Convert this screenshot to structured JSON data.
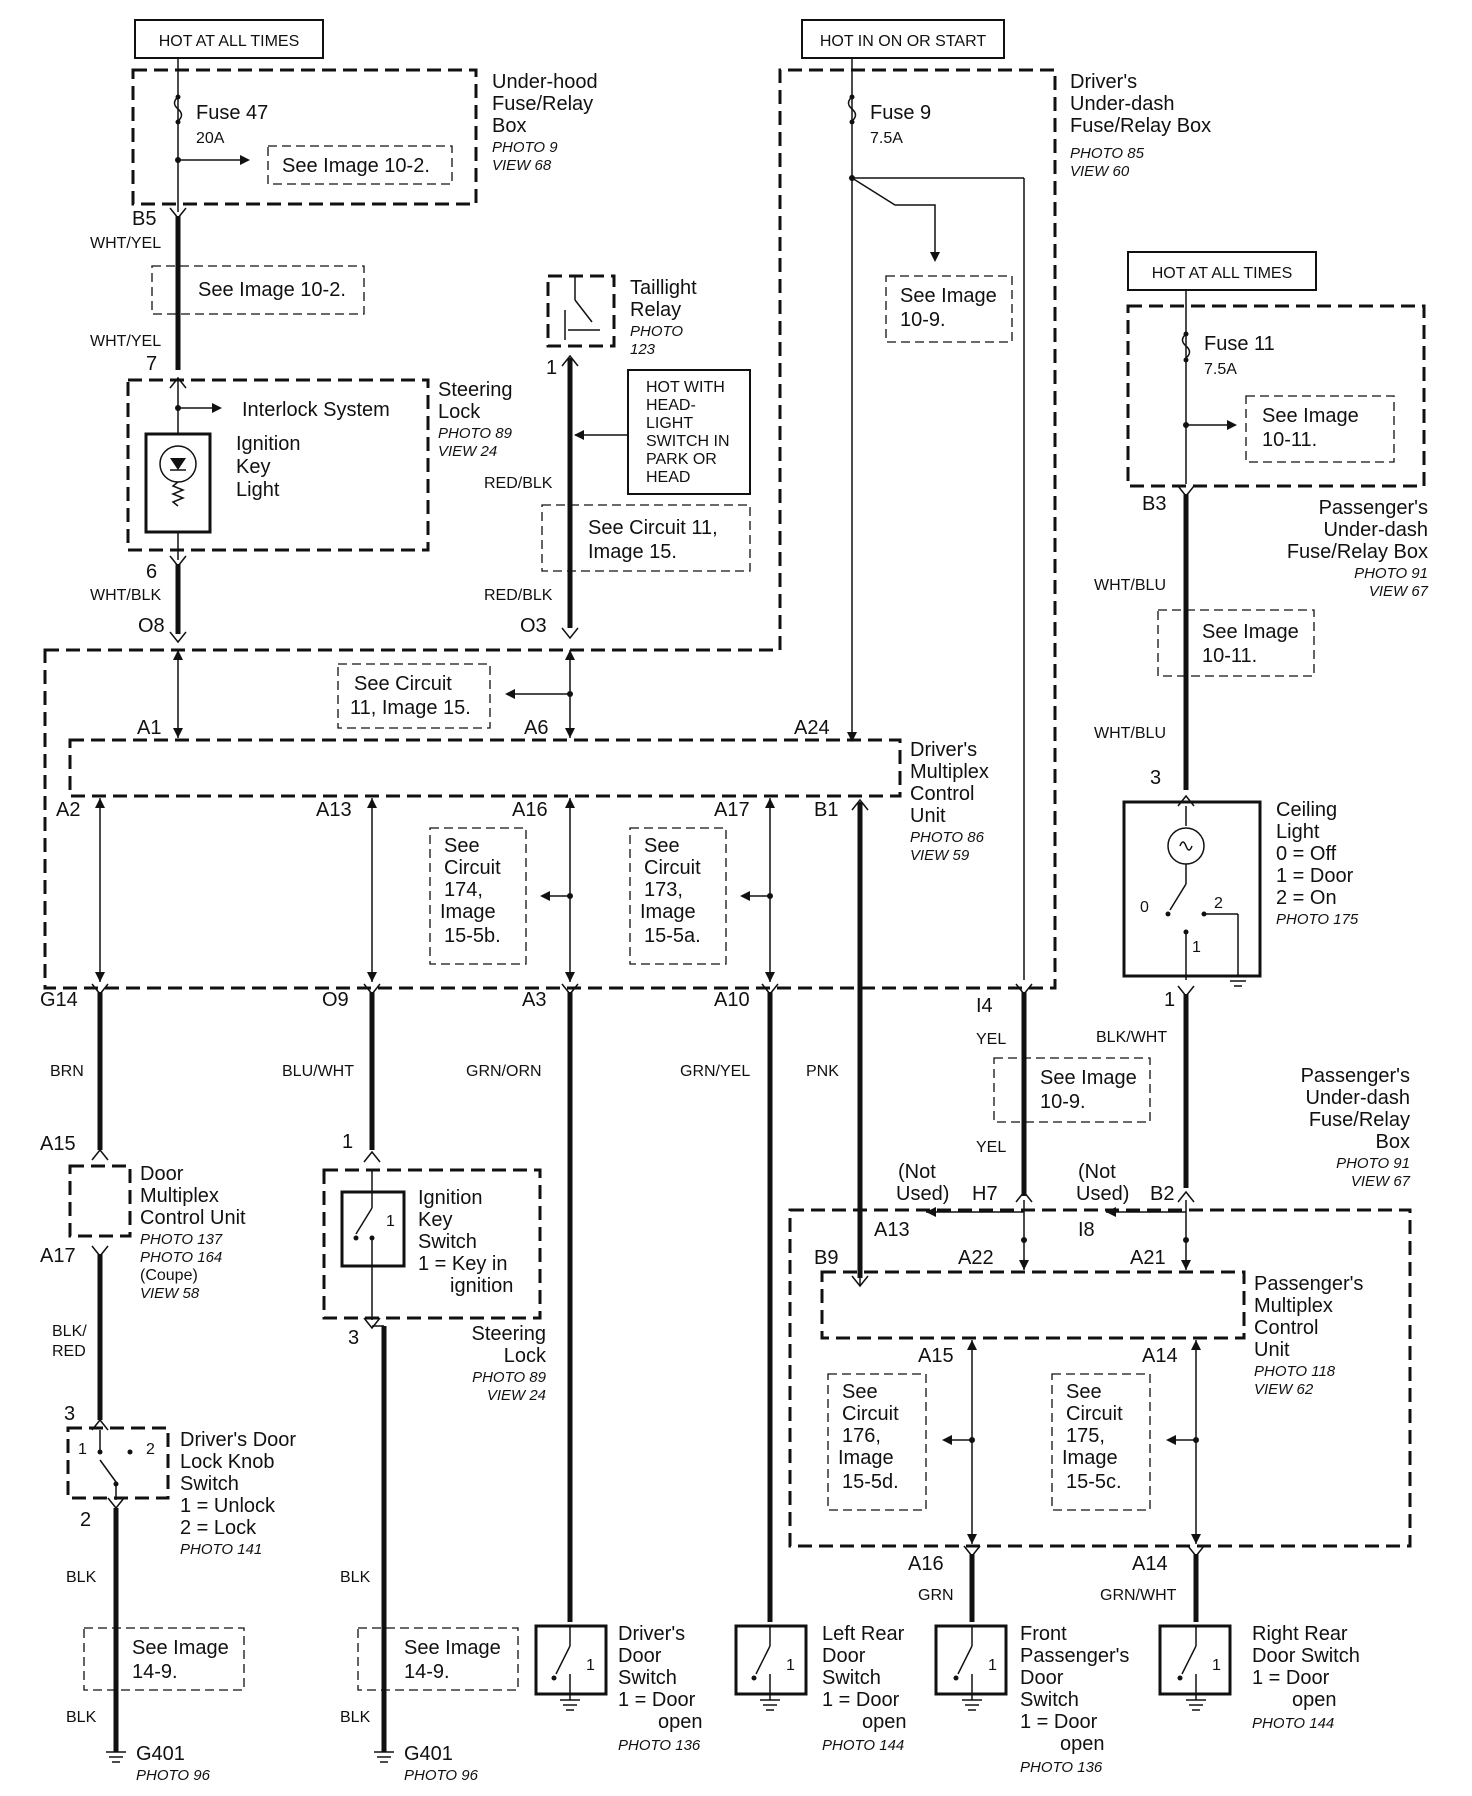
{
  "hot_labels": {
    "hot_always_left": "HOT AT ALL TIMES",
    "hot_on_start": "HOT IN ON OR START",
    "hot_always_right": "HOT AT ALL TIMES",
    "hot_headlight": [
      "HOT WITH",
      "HEAD-",
      "LIGHT",
      "SWITCH IN",
      "PARK OR",
      "HEAD"
    ]
  },
  "fuses": {
    "fuse47": {
      "name": "Fuse 47",
      "rating": "20A"
    },
    "fuse9": {
      "name": "Fuse 9",
      "rating": "7.5A"
    },
    "fuse11": {
      "name": "Fuse 11",
      "rating": "7.5A"
    }
  },
  "boxes": {
    "underhood": {
      "lines": [
        "Under-hood",
        "Fuse/Relay",
        "Box"
      ],
      "photo": "PHOTO 9",
      "view": "VIEW 68"
    },
    "drivers_underdash": {
      "lines": [
        "Driver's",
        "Under-dash",
        "Fuse/Relay Box"
      ],
      "photo": "PHOTO 85",
      "view": "VIEW 60"
    },
    "pass_underdash_top": {
      "lines": [
        "Passenger's",
        "Under-dash",
        "Fuse/Relay Box"
      ],
      "photo": "PHOTO 91",
      "view": "VIEW 67"
    },
    "pass_underdash_mid": {
      "lines": [
        "Passenger's",
        "Under-dash",
        "Fuse/Relay",
        "Box"
      ],
      "photo": "PHOTO 91",
      "view": "VIEW 67"
    },
    "taillight_relay": {
      "lines": [
        "Taillight",
        "Relay"
      ],
      "photo": "PHOTO",
      "photo2": "123"
    },
    "steering_lock_top": {
      "lines": [
        "Steering",
        "Lock"
      ],
      "photo": "PHOTO 89",
      "view": "VIEW 24"
    },
    "interlock": "Interlock System",
    "ignition_key_light": [
      "Ignition",
      "Key",
      "Light"
    ],
    "drivers_mcu": {
      "lines": [
        "Driver's",
        "Multiplex",
        "Control",
        "Unit"
      ],
      "photo": "PHOTO 86",
      "view": "VIEW 59"
    },
    "ceiling_light": {
      "lines": [
        "Ceiling",
        "Light",
        "0 = Off",
        "1 = Door",
        "2 = On"
      ],
      "photo": "PHOTO 175"
    },
    "door_mcu": {
      "lines": [
        "Door",
        "Multiplex",
        "Control Unit"
      ],
      "photo1": "PHOTO 137",
      "photo2": "PHOTO 164",
      "coupe": "(Coupe)",
      "view": "VIEW 58"
    },
    "ignition_key_switch": [
      "Ignition",
      "Key",
      "Switch",
      "1 = Key in",
      "ignition"
    ],
    "steering_lock_bottom": {
      "lines": [
        "Steering",
        "Lock"
      ],
      "photo": "PHOTO 89",
      "view": "VIEW 24"
    },
    "passengers_mcu": {
      "lines": [
        "Passenger's",
        "Multiplex",
        "Control",
        "Unit"
      ],
      "photo": "PHOTO 118",
      "view": "VIEW 62"
    },
    "door_lock_knob": {
      "lines": [
        "Driver's Door",
        "Lock Knob",
        "Switch",
        "1 = Unlock",
        "2 = Lock"
      ],
      "photo": "PHOTO 141"
    },
    "drivers_door_switch": {
      "lines": [
        "Driver's",
        "Door",
        "Switch",
        "1 = Door",
        "open"
      ],
      "photo": "PHOTO 136"
    },
    "left_rear_door_switch": {
      "lines": [
        "Left Rear",
        "Door",
        "Switch",
        "1 = Door",
        "open"
      ],
      "photo": "PHOTO 144"
    },
    "front_pass_door_switch": {
      "lines": [
        "Front",
        "Passenger's",
        "Door",
        "Switch",
        "1 = Door",
        "open"
      ],
      "photo": "PHOTO 136"
    },
    "right_rear_door_switch": {
      "lines": [
        "Right Rear",
        "Door Switch",
        "1 = Door",
        "open"
      ],
      "photo": "PHOTO 144"
    }
  },
  "refs": {
    "see_10_2_a": "See Image 10-2.",
    "see_10_2_b": "See Image 10-2.",
    "see_10_9_a": [
      "See Image",
      "10-9."
    ],
    "see_10_9_b": [
      "See Image",
      "10-9."
    ],
    "see_10_11_a": [
      "See Image",
      "10-11."
    ],
    "see_10_11_b": [
      "See Image",
      "10-11."
    ],
    "see_c11_a": [
      "See Circuit 11,",
      "Image 15."
    ],
    "see_c11_b": [
      "See Circuit",
      "11, Image 15."
    ],
    "see_c174": [
      "See",
      "Circuit",
      "174,",
      "Image",
      "15-5b."
    ],
    "see_c173": [
      "See",
      "Circuit",
      "173,",
      "Image",
      "15-5a."
    ],
    "see_c176": [
      "See",
      "Circuit",
      "176,",
      "Image",
      "15-5d."
    ],
    "see_c175": [
      "See",
      "Circuit",
      "175,",
      "Image",
      "15-5c."
    ],
    "see_14_9_a": [
      "See Image",
      "14-9."
    ],
    "see_14_9_b": [
      "See Image",
      "14-9."
    ]
  },
  "pins": {
    "B5": "B5",
    "p7": "7",
    "p6": "6",
    "O8": "O8",
    "p1_tail": "1",
    "O3": "O3",
    "A1": "A1",
    "A6": "A6",
    "A24": "A24",
    "A2": "A2",
    "A13": "A13",
    "A16": "A16",
    "A17": "A17",
    "B1": "B1",
    "G14": "G14",
    "O9": "O9",
    "A3": "A3",
    "A10": "A10",
    "I4": "I4",
    "B3": "B3",
    "p3_ceil": "3",
    "p1_ceil": "1",
    "A15_door": "A15",
    "A17_door": "A17",
    "p1_ign": "1",
    "p3_ign": "3",
    "p3_knob": "3",
    "p2_knob": "2",
    "H7": "H7",
    "I8": "I8",
    "B2": "B2",
    "A13_p": "A13",
    "A22": "A22",
    "A21": "A21",
    "B9": "B9",
    "A15_p": "A15",
    "A14_p": "A14",
    "A16_p": "A16",
    "A14_out": "A14"
  },
  "wires": {
    "wht_yel_1": "WHT/YEL",
    "wht_yel_2": "WHT/YEL",
    "wht_blk": "WHT/BLK",
    "red_blk_1": "RED/BLK",
    "red_blk_2": "RED/BLK",
    "wht_blu_1": "WHT/BLU",
    "wht_blu_2": "WHT/BLU",
    "brn": "BRN",
    "blu_wht": "BLU/WHT",
    "grn_orn": "GRN/ORN",
    "grn_yel": "GRN/YEL",
    "pnk": "PNK",
    "yel_1": "YEL",
    "yel_2": "YEL",
    "blk_wht": "BLK/WHT",
    "blk_red_1": "BLK/",
    "blk_red_2": "RED",
    "blk_1": "BLK",
    "blk_2": "BLK",
    "blk_3": "BLK",
    "blk_4": "BLK",
    "grn": "GRN",
    "grn_wht": "GRN/WHT"
  },
  "not_used": {
    "left": [
      "(Not",
      "Used)"
    ],
    "right": [
      "(Not",
      "Used)"
    ]
  },
  "switch_marks": {
    "zero": "0",
    "one": "1",
    "two": "2"
  },
  "grounds": {
    "g401_a": {
      "name": "G401",
      "photo": "PHOTO 96"
    },
    "g401_b": {
      "name": "G401",
      "photo": "PHOTO 96"
    }
  }
}
